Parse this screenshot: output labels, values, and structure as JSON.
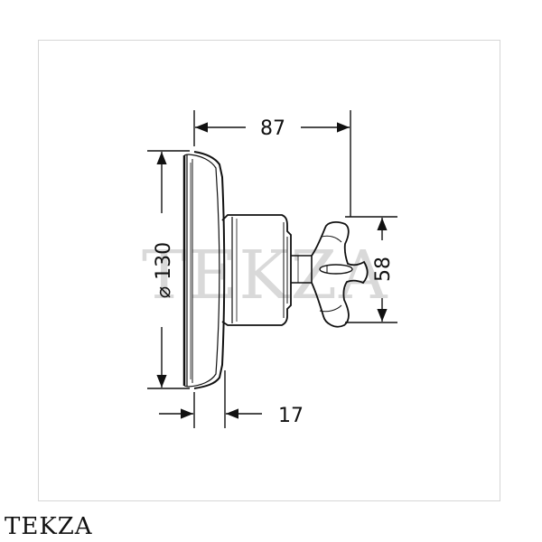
{
  "dimensions": {
    "depth_total": "87",
    "diameter": "⌀ 130",
    "handle_height": "58",
    "plate_depth": "17"
  },
  "watermark": "TEKZA",
  "brand_label": "TEKZA",
  "colors": {
    "line": "#111111",
    "watermark": "#b9b9b9",
    "frame": "#d6d6d6"
  }
}
